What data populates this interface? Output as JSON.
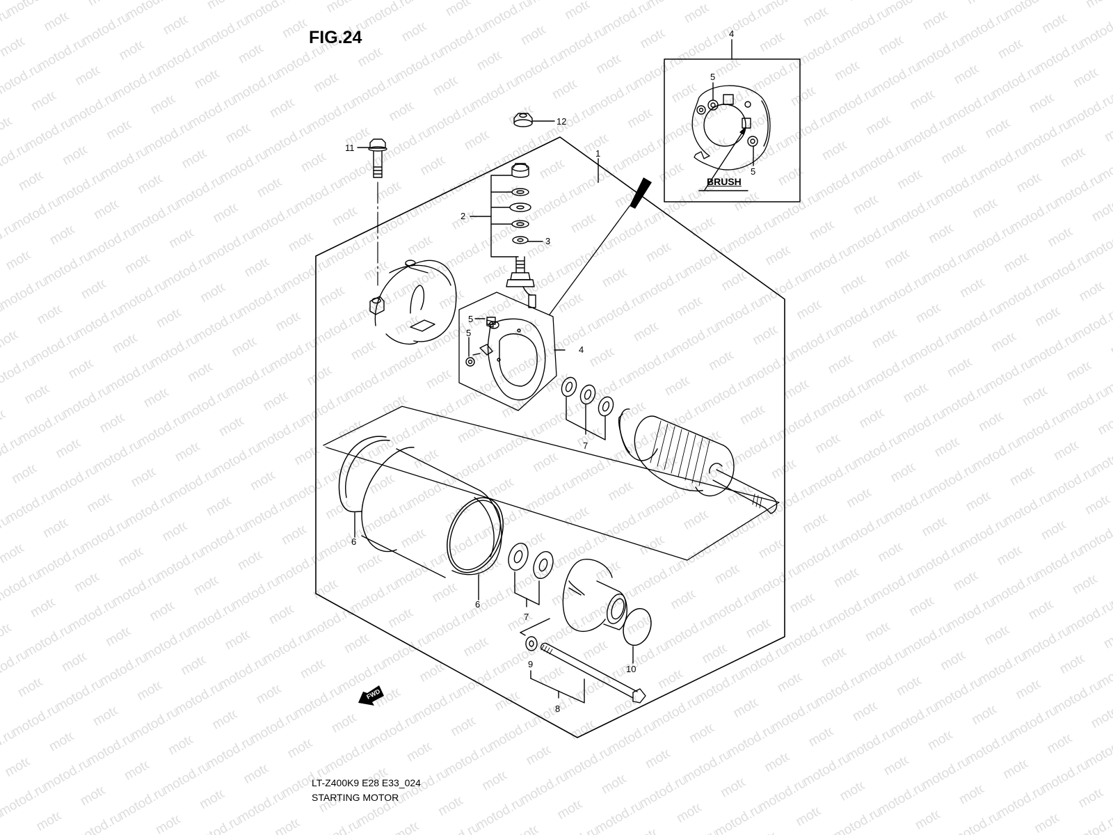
{
  "figure": {
    "title": "FIG.24",
    "model_code": "LT-Z400K9 E28 E33_024",
    "section_name": "STARTING MOTOR",
    "watermark_text": "motod.ru",
    "inset_label": "BRUSH",
    "direction_marker": "FWD"
  },
  "callouts": [
    {
      "id": "c1",
      "label": "1",
      "part": "starting motor assembly"
    },
    {
      "id": "c2",
      "label": "2",
      "part": "terminal nut set"
    },
    {
      "id": "c3",
      "label": "3",
      "part": "terminal washer"
    },
    {
      "id": "c4a",
      "label": "4",
      "part": "brush holder (main view)"
    },
    {
      "id": "c4b",
      "label": "4",
      "part": "brush holder (inset)"
    },
    {
      "id": "c5a",
      "label": "5",
      "part": "brush spring (inset upper)"
    },
    {
      "id": "c5b",
      "label": "5",
      "part": "brush spring (inset lower)"
    },
    {
      "id": "c5c",
      "label": "5",
      "part": "brush spring (upper)"
    },
    {
      "id": "c5d",
      "label": "5",
      "part": "brush spring (lower)"
    },
    {
      "id": "c6a",
      "label": "6",
      "part": "o-ring (rear)"
    },
    {
      "id": "c6b",
      "label": "6",
      "part": "o-ring (front)"
    },
    {
      "id": "c7a",
      "label": "7",
      "part": "washer set (armature)"
    },
    {
      "id": "c7b",
      "label": "7",
      "part": "washer set (front)"
    },
    {
      "id": "c8",
      "label": "8",
      "part": "housing bolt set"
    },
    {
      "id": "c9",
      "label": "9",
      "part": "washer"
    },
    {
      "id": "c10",
      "label": "10",
      "part": "o-ring (front cover)"
    },
    {
      "id": "c11",
      "label": "11",
      "part": "mounting bolt"
    },
    {
      "id": "c12",
      "label": "12",
      "part": "nut"
    }
  ],
  "colors": {
    "line": "#000000",
    "watermark": "#d9d9d9",
    "background": "#ffffff"
  }
}
